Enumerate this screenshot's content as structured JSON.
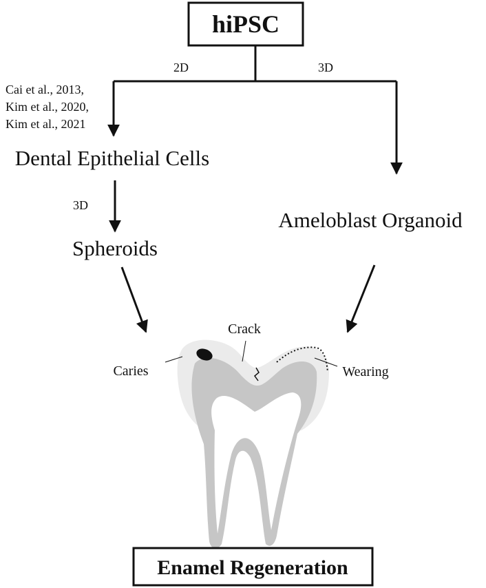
{
  "top_node": {
    "label": "hiPSC"
  },
  "branches": {
    "left_label": "2D",
    "right_label": "3D",
    "references": [
      "Cai et al., 2013,",
      "Kim et al., 2020,",
      "Kim et al., 2021"
    ]
  },
  "nodes": {
    "dental_epithelial_cells": "Dental Epithelial Cells",
    "step_label": "3D",
    "spheroids": "Spheroids",
    "ameloblast_organoid": "Ameloblast Organoid"
  },
  "tooth": {
    "labels": {
      "caries": "Caries",
      "crack": "Crack",
      "wearing": "Wearing"
    }
  },
  "bottom_node": {
    "label": "Enamel Regeneration"
  }
}
